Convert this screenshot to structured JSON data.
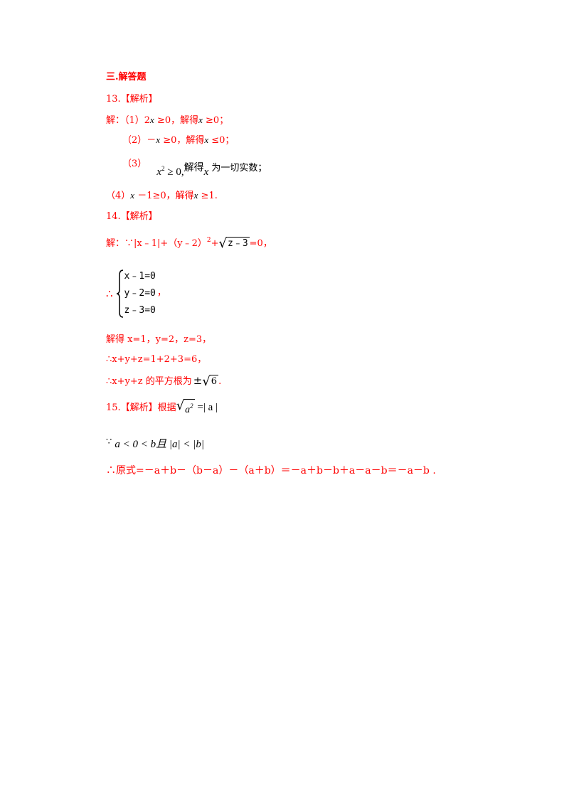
{
  "section_title": "三.解答题",
  "q13": {
    "heading": "13.【解析】",
    "l1_a": "解：（1）2",
    "l1_x": "x",
    "l1_b": " ≥0，解得",
    "l1_x2": "x",
    "l1_c": " ≥0；",
    "l2_a": "（2）－",
    "l2_x": "x",
    "l2_b": " ≥0，解得",
    "l2_x2": "x",
    "l2_c": " ≤0；",
    "l3_a": "（3）",
    "l3_math_x": "x",
    "l3_math_sup": "2",
    "l3_math_rest": " ≥ 0,",
    "l3_b": "解得",
    "l3_x": "x",
    "l3_c": " 为一切实数；",
    "l4_a": "（4）",
    "l4_x": "x",
    "l4_b": " －1≥0，解得",
    "l4_x2": "x",
    "l4_c": " ≥1."
  },
  "q14": {
    "heading": "14.【解析】",
    "l1_a": "解：∵|x﹣1|+（y﹣2）",
    "l1_sup": "2",
    "l1_plus": "+",
    "l1_sqrt": "z﹣3",
    "l1_b": "=0，",
    "therefore": "∴",
    "eq1": "x﹣1=0",
    "eq2": "y﹣2=0",
    "eq3": "z﹣3=0",
    "eq_comma": "，",
    "l2": "解得 x=1，y=2，z=3，",
    "l3": "∴x+y+z=1+2+3=6，",
    "l4_a": "∴x+y+z 的平方根为",
    "l4_pm": "±",
    "l4_sqrt": "6",
    "l4_b": "."
  },
  "q15": {
    "heading": "15.【解析】根据",
    "formula_a": "a",
    "formula_sup": "2",
    "formula_rest": " =| a |",
    "because": "∵ ",
    "cond": "a < 0 < b且 |a| < |b|",
    "conclusion": "∴原式=－a＋b－（b－a）－（a＋b）＝－a＋b－b＋a－a－b＝－a－b ."
  }
}
